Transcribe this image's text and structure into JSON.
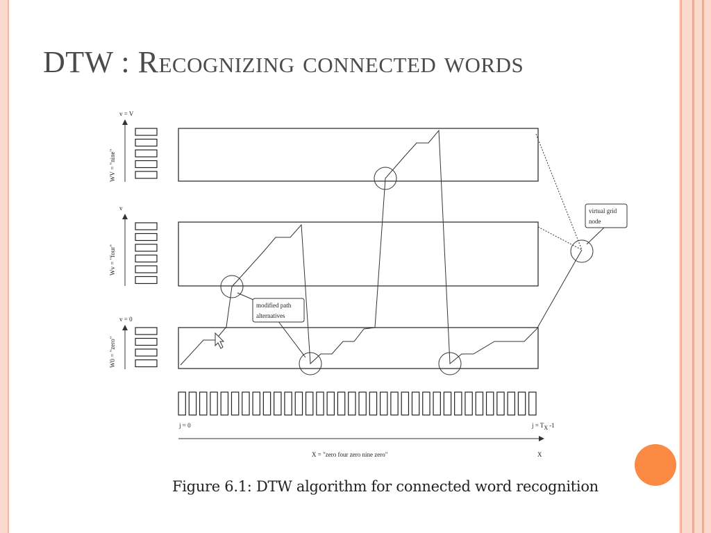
{
  "slide": {
    "title": "DTW : Recognizing connected words",
    "accent_color": "#fb8a43",
    "border_color": "#fbd9cc"
  },
  "figure": {
    "caption": "Figure 6.1: DTW algorithm for connected word recognition",
    "rows": [
      {
        "level_label": "v = V",
        "word_label": "WV = \"nine\"",
        "template_frames": 5
      },
      {
        "level_label": "v",
        "word_label": "Wv = \"four\"",
        "template_frames": 6
      },
      {
        "level_label": "v = 0",
        "word_label": "W0 = \"zero\"",
        "template_frames": 4
      }
    ],
    "callouts": {
      "modified_path_line1": "modified path",
      "modified_path_line2": "alternatives",
      "virtual_grid_line1": "virtual grid",
      "virtual_grid_line2": "node"
    },
    "input_frames": 34,
    "axis": {
      "start_label": "j = 0",
      "end_label_prefix": "j = T",
      "end_label_sub": "X",
      "end_label_suffix": "-1",
      "sequence_label": "X = \"zero four zero nine zero\"",
      "axis_name": "X"
    }
  }
}
